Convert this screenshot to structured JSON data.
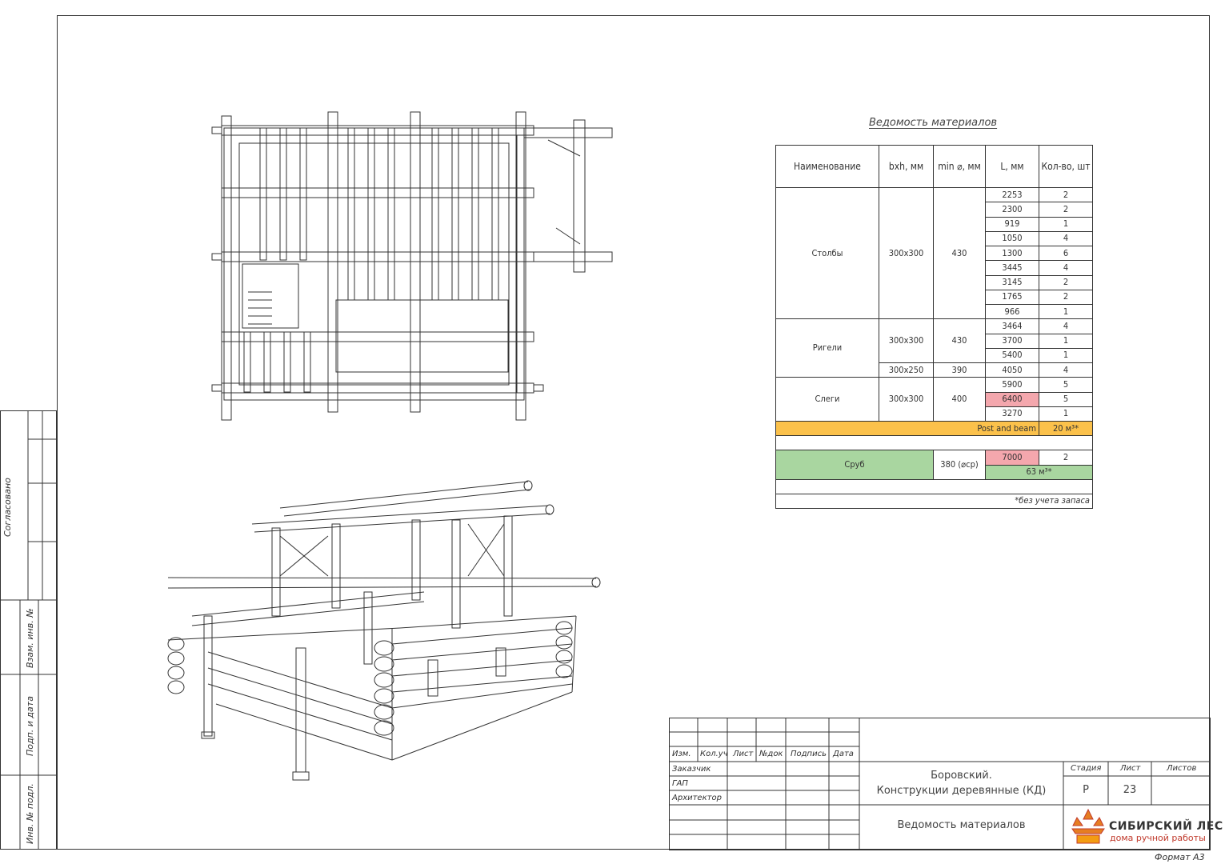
{
  "side_labels": {
    "agreed": "Согласовано",
    "inv_no_replace": "Взам. инв. №",
    "sign_date": "Подп. и дата",
    "inv_no_orig": "Инв. № подл."
  },
  "materials": {
    "title": "Ведомость материалов",
    "headers": {
      "name": "Наименование",
      "section": "bxh, мм",
      "min_diameter": "min ⌀, мм",
      "length": "L, мм",
      "qty": "Кол-во, шт"
    },
    "groups": {
      "posts": {
        "name": "Столбы",
        "section": "300х300",
        "min_diameter": "430"
      },
      "girders": {
        "name": "Ригели",
        "section_a": "300х300",
        "min_diameter_a": "430",
        "section_b": "300х250",
        "min_diameter_b": "390"
      },
      "purlins": {
        "name": "Слеги",
        "section": "300х300",
        "min_diameter": "400"
      }
    },
    "rows": [
      {
        "length": "2253",
        "qty": "2"
      },
      {
        "length": "2300",
        "qty": "2"
      },
      {
        "length": "919",
        "qty": "1"
      },
      {
        "length": "1050",
        "qty": "4"
      },
      {
        "length": "1300",
        "qty": "6"
      },
      {
        "length": "3445",
        "qty": "4"
      },
      {
        "length": "3145",
        "qty": "2"
      },
      {
        "length": "1765",
        "qty": "2"
      },
      {
        "length": "966",
        "qty": "1"
      },
      {
        "length": "3464",
        "qty": "4"
      },
      {
        "length": "3700",
        "qty": "1"
      },
      {
        "length": "5400",
        "qty": "1"
      },
      {
        "length": "4050",
        "qty": "4"
      },
      {
        "length": "5900",
        "qty": "5"
      },
      {
        "length": "6400",
        "qty": "5"
      },
      {
        "length": "3270",
        "qty": "1"
      }
    ],
    "post_beam": {
      "label": "Post and beam",
      "volume": "20 м³*"
    },
    "log_house": {
      "name": "Сруб",
      "diameter": "380 (⌀ср)",
      "length": "7000",
      "qty": "2",
      "volume": "63 м³*"
    },
    "footnote": "*без учета запаса",
    "colors": {
      "orange": "#fbc14b",
      "green": "#a9d6a0",
      "red": "#f4a7ad"
    }
  },
  "stamp": {
    "columns": [
      "Изм.",
      "Кол.уч",
      "Лист",
      "№док",
      "Подпись",
      "Дата"
    ],
    "roles": [
      "Заказчик",
      "ГАП",
      "Архитектор"
    ],
    "project_line1": "Боровский.",
    "project_line2": "Конструкции деревянные (КД)",
    "sheet_title": "Ведомость материалов",
    "stage_label": "Стадия",
    "sheet_label": "Лист",
    "sheets_label": "Листов",
    "stage": "Р",
    "sheet": "23",
    "sheets": "",
    "company": "СИБИРСКИЙ ЛЕС",
    "company_sub": "дома ручной работы",
    "format": "Формат А3"
  }
}
